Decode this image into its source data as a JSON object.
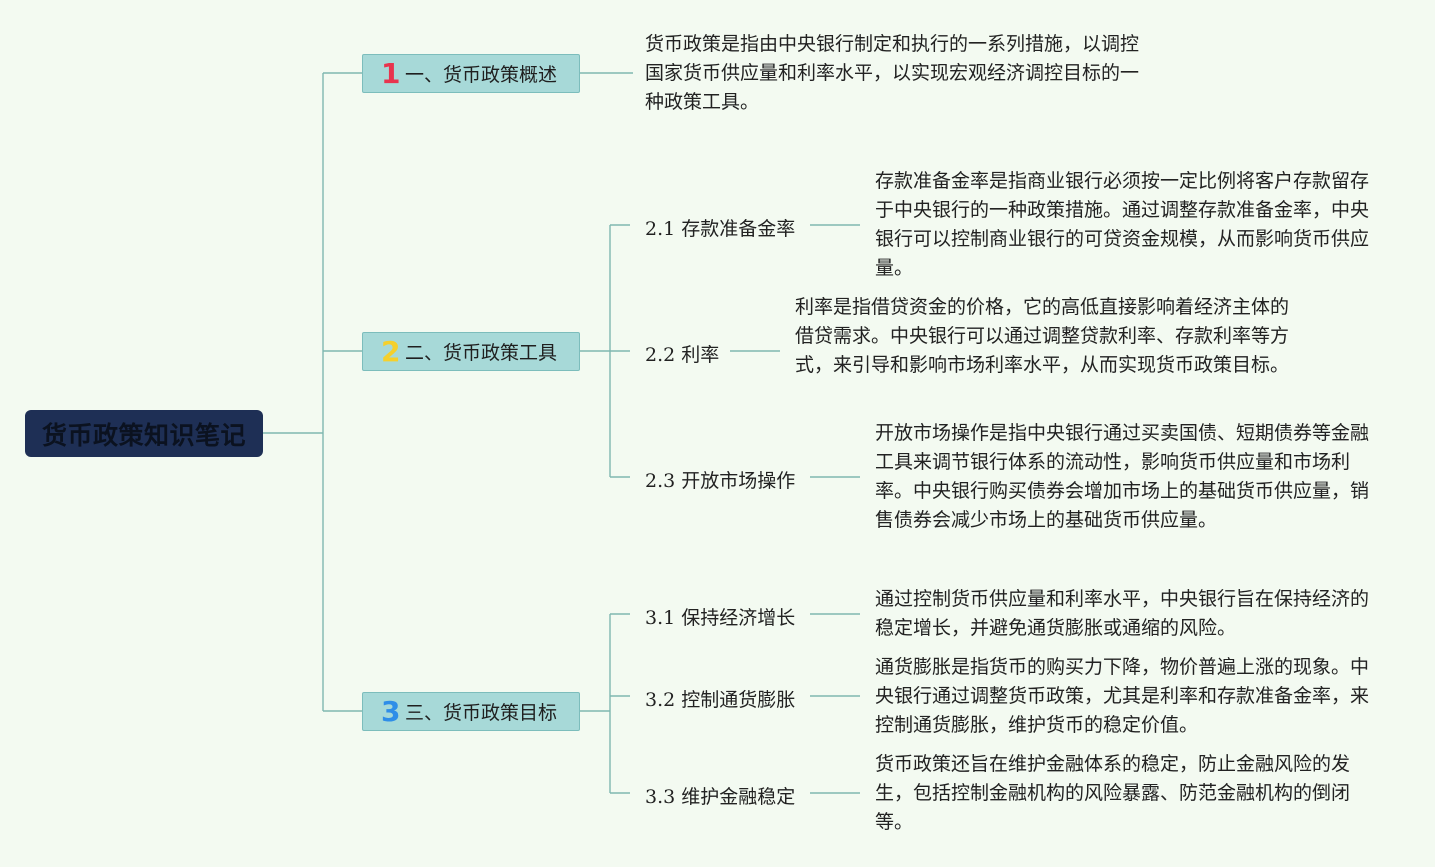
{
  "colors": {
    "background": "#f3faf1",
    "root_fill": "#1e2f55",
    "section_fill": "#a7d9d8",
    "connector": "#7fb7b0",
    "num_red": "#e8344e",
    "num_yellow": "#f5d02c",
    "num_blue": "#2f8ee8"
  },
  "root": {
    "label": "货币政策知识笔记"
  },
  "sections": [
    {
      "num": "1",
      "label": "一、货币政策概述",
      "description": "货币政策是指由中央银行制定和执行的一系列措施，以调控国家货币供应量和利率水平，以实现宏观经济调控目标的一种政策工具。"
    },
    {
      "num": "2",
      "label": "二、货币政策工具",
      "children": [
        {
          "label": "2.1 存款准备金率",
          "description": "存款准备金率是指商业银行必须按一定比例将客户存款留存于中央银行的一种政策措施。通过调整存款准备金率，中央银行可以控制商业银行的可贷资金规模，从而影响货币供应量。"
        },
        {
          "label": "2.2 利率",
          "description": "利率是指借贷资金的价格，它的高低直接影响着经济主体的借贷需求。中央银行可以通过调整贷款利率、存款利率等方式，来引导和影响市场利率水平，从而实现货币政策目标。"
        },
        {
          "label": "2.3 开放市场操作",
          "description": "开放市场操作是指中央银行通过买卖国债、短期债券等金融工具来调节银行体系的流动性，影响货币供应量和市场利率。中央银行购买债券会增加市场上的基础货币供应量，销售债券会减少市场上的基础货币供应量。"
        }
      ]
    },
    {
      "num": "3",
      "label": "三、货币政策目标",
      "children": [
        {
          "label": "3.1 保持经济增长",
          "description": "通过控制货币供应量和利率水平，中央银行旨在保持经济的稳定增长，并避免通货膨胀或通缩的风险。"
        },
        {
          "label": "3.2 控制通货膨胀",
          "description": "通货膨胀是指货币的购买力下降，物价普遍上涨的现象。中央银行通过调整货币政策，尤其是利率和存款准备金率，来控制通货膨胀，维护货币的稳定价值。"
        },
        {
          "label": "3.3 维护金融稳定",
          "description": "货币政策还旨在维护金融体系的稳定，防止金融风险的发生，包括控制金融机构的风险暴露、防范金融机构的倒闭等。"
        }
      ]
    }
  ]
}
